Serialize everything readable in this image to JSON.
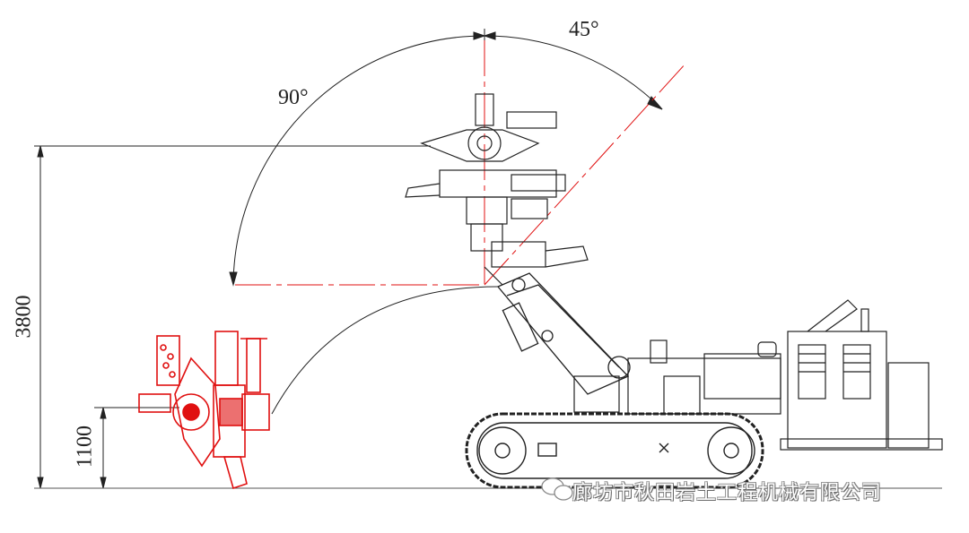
{
  "dimensions": {
    "height_total": "3800",
    "height_low": "1100"
  },
  "angles": {
    "left_swing": "90°",
    "right_swing": "45°"
  },
  "watermark": {
    "text": "廊坊市秋田岩土工程机械有限公司",
    "icon": "wechat-icon"
  },
  "colors": {
    "line": "#222222",
    "highlight": "#e01010"
  }
}
